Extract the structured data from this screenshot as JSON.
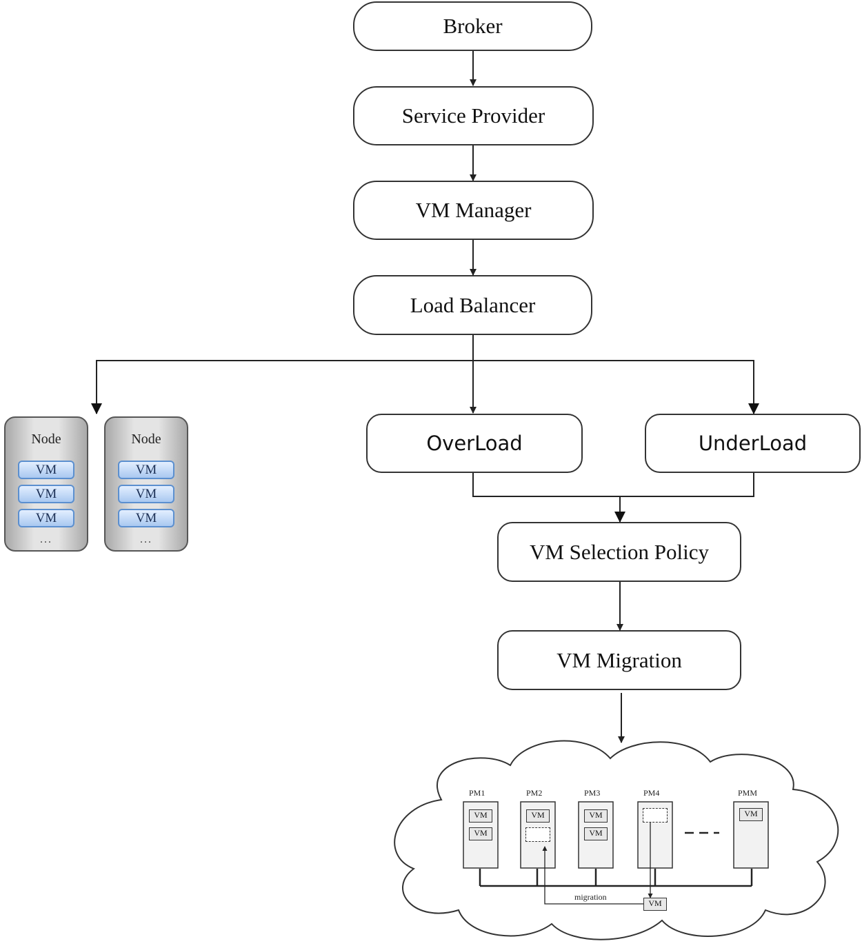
{
  "flow": {
    "broker": "Broker",
    "service_provider": "Service Provider",
    "vm_manager": "VM Manager",
    "load_balancer": "Load Balancer",
    "overload": "OverLoad",
    "underload": "UnderLoad",
    "vm_selection_policy": "VM Selection Policy",
    "vm_migration": "VM Migration"
  },
  "nodes": [
    {
      "title": "Node",
      "vms": [
        "VM",
        "VM",
        "VM"
      ],
      "more": "..."
    },
    {
      "title": "Node",
      "vms": [
        "VM",
        "VM",
        "VM"
      ],
      "more": "..."
    }
  ],
  "cloud": {
    "pm_labels": [
      "PM1",
      "PM2",
      "PM3",
      "PM4",
      "PMM"
    ],
    "vm_label": "VM",
    "migration_label": "migration",
    "ellipsis": "- - -"
  }
}
